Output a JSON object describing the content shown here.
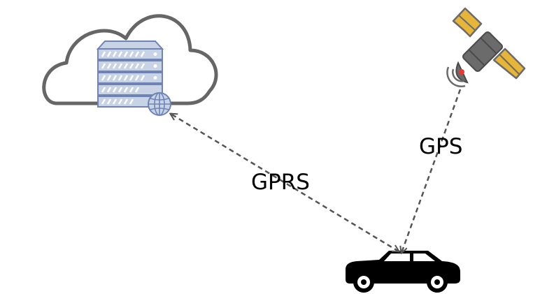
{
  "links": [
    {
      "id": "gprs",
      "label": "GPRS"
    },
    {
      "id": "gps",
      "label": "GPS"
    }
  ],
  "nodes": {
    "server": {
      "icon": "cloud-server-icon"
    },
    "satellite": {
      "icon": "satellite-icon"
    },
    "vehicle": {
      "icon": "car-icon"
    }
  },
  "colors": {
    "cloud_stroke": "#666666",
    "server_fill": "#c9d3e6",
    "server_stroke": "#6f84b5",
    "globe": "#6f84b5",
    "satellite_body": "#6b6b6b",
    "solar_panel": "#e8b53b",
    "signal_dot": "#e53935",
    "car": "#000000",
    "link_line": "#555555"
  }
}
